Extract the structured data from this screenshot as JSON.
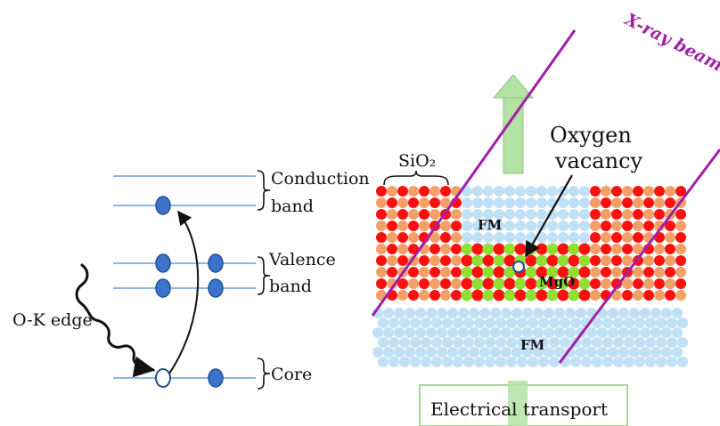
{
  "colors": {
    "level_line": "#8db4e2",
    "electron": "#3b74c9",
    "electron_stroke": "#1f4f99",
    "bead_blue": "#bfe0f5",
    "bead_red": "#ff1010",
    "bead_green": "#8ee033",
    "bead_orange": "#f2a066",
    "beam": "#a020a8",
    "arrow_green": "#b4e1a4",
    "arrow_green_stroke": "#8cc77c"
  },
  "energy_diagram": {
    "levels": [
      "Conduction band",
      "Valence band",
      "Core"
    ],
    "conduction_label": [
      "Conduction",
      "band"
    ],
    "valence_label": [
      "Valence",
      "band"
    ],
    "core_label": "Core",
    "edge_label": "O-K edge"
  },
  "structure": {
    "layer_sio2": "SiO₂",
    "layer_fm_top": "FM",
    "layer_mgo": "MgO",
    "layer_fm_bottom": "FM",
    "defect_label": [
      "Oxygen",
      "vacancy"
    ],
    "beam_label": "X-ray beam",
    "transport_label": "Electrical transport"
  }
}
